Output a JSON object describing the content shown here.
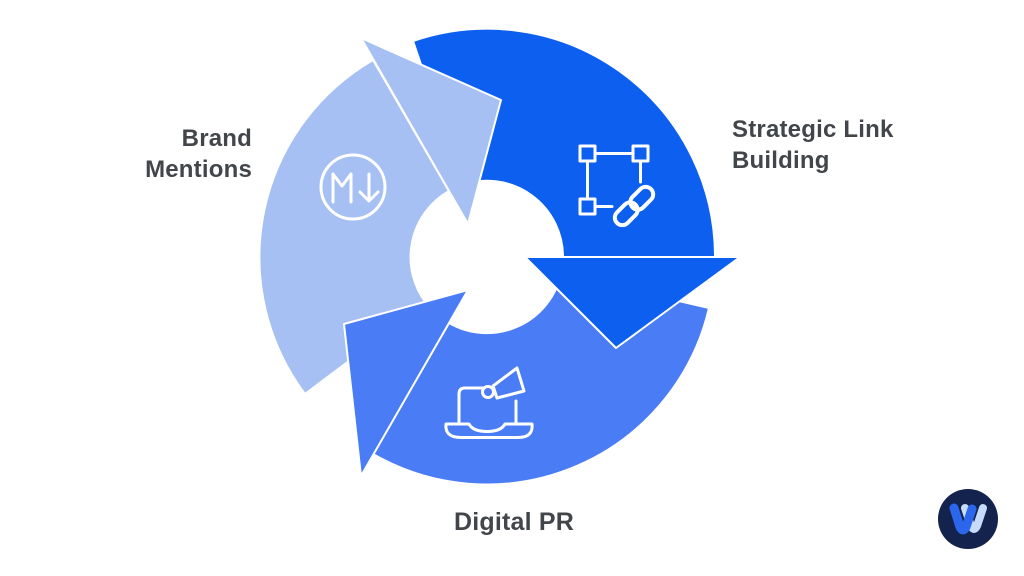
{
  "palette": {
    "background": "#FFFFFF",
    "light_blue": "#A6C0F4",
    "dark_blue": "#0D5FEF",
    "medium_blue": "#4A7CF5",
    "text_color": "#42464A",
    "icon_stroke": "#FFFFFF",
    "logo_bg": "#13234D",
    "logo_front": "#2B66EC",
    "logo_back": "#C7DCFB"
  },
  "cycle": {
    "direction": "clockwise",
    "segments": [
      {
        "id": "brand-mentions",
        "label": "Brand Mentions",
        "display": "Brand\nMentions",
        "color": "#A6C0F4",
        "icon": "markdown-download-icon"
      },
      {
        "id": "strategic-link-building",
        "label": "Strategic Link Building",
        "display": "Strategic Link\nBuilding",
        "color": "#0D5FEF",
        "icon": "link-selection-icon"
      },
      {
        "id": "digital-pr",
        "label": "Digital PR",
        "display": "Digital PR",
        "color": "#4A7CF5",
        "icon": "megaphone-laptop-icon"
      }
    ]
  },
  "logo": {
    "icon": "w-logo-icon"
  }
}
